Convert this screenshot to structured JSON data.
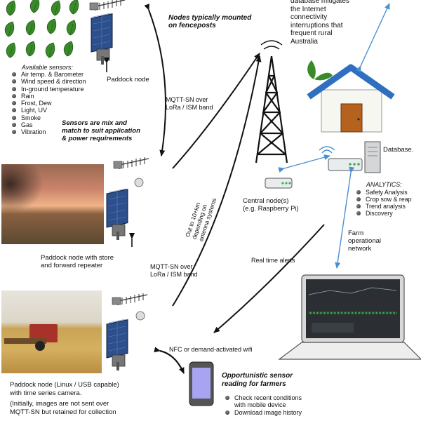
{
  "sensors": {
    "heading": "Available sensors:",
    "items": [
      "Air temp. & Barometer",
      "Wind speed & direction",
      "In-ground temperature",
      "Rain",
      "Frost, Dew",
      "Light, UV",
      "Smoke",
      "Gas",
      "Vibration"
    ],
    "mix_note": "Sensors are mix and\nmatch to suit application\n& power requirements"
  },
  "labels": {
    "fenceposts": "Nodes typically mounted\non fenceposts",
    "paddock_node": "Paddock node",
    "mqtt_1": "MQTT-SN over\nLoRa / ISM band",
    "mqtt_2": "MQTT-SN over\nLoRa / ISM band",
    "range": "Out to 10+km\ndepending on\nantenna systems",
    "repeater": "Paddock node with store\nand forward repeater",
    "central": "Central node(s)\n(e.g. Raspberry Pi)",
    "database_note": "database mitigates\nthe Internet\nconnectivity\ninterruptions that\nfrequent rural\nAustralia",
    "database": "Database.",
    "farm_network": "Farm\noperational\nnetwork",
    "alerts": "Real time alerts",
    "nfc": "NFC or demand-activated wifi",
    "camera_node": "Paddock node (Linux / USB capable)\nwith time series camera.",
    "images_note": "(Initially, images are not sent over\nMQTT-SN but retained for collection"
  },
  "analytics": {
    "heading": "ANALYTICS:",
    "items": [
      "Safety Analysis",
      "Crop sow & reap",
      "Trend analysis",
      "Discovery"
    ]
  },
  "opportunistic": {
    "heading": "Opportunistic sensor\nreading for farmers",
    "items": [
      "Check recent conditions\nwith mobile device",
      "Download image history"
    ]
  },
  "colors": {
    "leaf": "#3a8a2a",
    "roof": "#2f6fc0",
    "house_wall": "#f7f7f2",
    "door": "#b5621e",
    "solar": "#2d4f8c",
    "arrow_blue": "#4a8fd0",
    "arrow_black": "#111111",
    "phone_screen": "#a9a4f2"
  }
}
